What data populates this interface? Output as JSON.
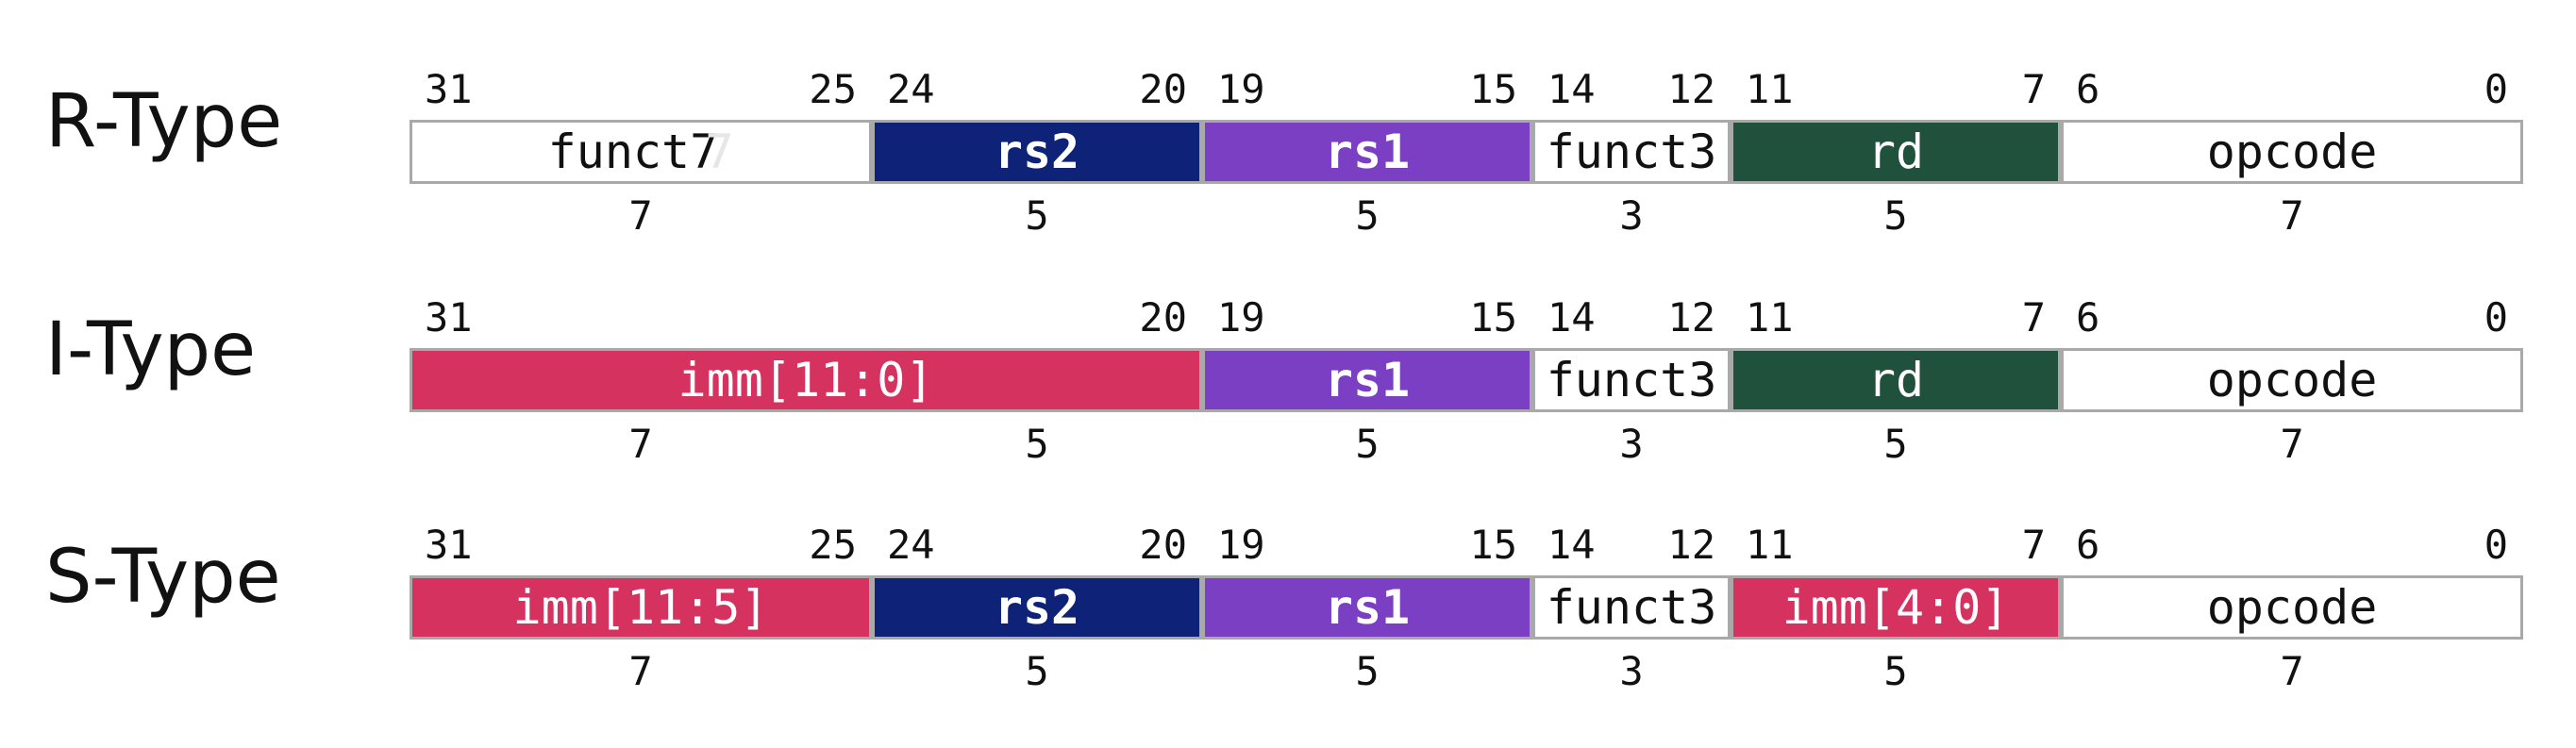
{
  "colors": {
    "white": "#ffffff",
    "navy": "#0e2277",
    "purple": "#7b3fc4",
    "green": "#20513c",
    "pink": "#d53260",
    "border": "#a9a9a9",
    "dark_text": "#111111",
    "light_text": "#ffffff"
  },
  "formats": [
    {
      "name": "R-Type",
      "fields": [
        {
          "label": "funct7",
          "ghost": "7",
          "bits": 7,
          "color": "white",
          "bold": false
        },
        {
          "label": "rs2",
          "bits": 5,
          "color": "navy",
          "bold": true
        },
        {
          "label": "rs1",
          "bits": 5,
          "color": "purple",
          "bold": true
        },
        {
          "label": "funct3",
          "bits": 3,
          "color": "white",
          "bold": false
        },
        {
          "label": "rd",
          "bits": 5,
          "color": "green",
          "bold": false
        },
        {
          "label": "opcode",
          "bits": 7,
          "color": "white",
          "bold": false
        }
      ],
      "bit_labels": [
        {
          "text": "31",
          "align": "left",
          "at_bit": 31
        },
        {
          "text": "25",
          "align": "right",
          "at_bit": 25
        },
        {
          "text": "24",
          "align": "left",
          "at_bit": 24
        },
        {
          "text": "20",
          "align": "right",
          "at_bit": 20
        },
        {
          "text": "19",
          "align": "left",
          "at_bit": 19
        },
        {
          "text": "15",
          "align": "right",
          "at_bit": 15
        },
        {
          "text": "14",
          "align": "left",
          "at_bit": 14
        },
        {
          "text": "12",
          "align": "right",
          "at_bit": 12
        },
        {
          "text": "11",
          "align": "left",
          "at_bit": 11
        },
        {
          "text": "7",
          "align": "right",
          "at_bit": 7
        },
        {
          "text": "6",
          "align": "left",
          "at_bit": 6
        },
        {
          "text": "0",
          "align": "right",
          "at_bit": 0
        }
      ],
      "width_labels": [
        {
          "text": "7",
          "from_bit": 31,
          "to_bit": 25
        },
        {
          "text": "5",
          "from_bit": 24,
          "to_bit": 20
        },
        {
          "text": "5",
          "from_bit": 19,
          "to_bit": 15
        },
        {
          "text": "3",
          "from_bit": 14,
          "to_bit": 12
        },
        {
          "text": "5",
          "from_bit": 11,
          "to_bit": 7
        },
        {
          "text": "7",
          "from_bit": 6,
          "to_bit": 0
        }
      ]
    },
    {
      "name": "I-Type",
      "fields": [
        {
          "label": "imm[11:0]",
          "bits": 12,
          "color": "pink",
          "bold": false
        },
        {
          "label": "rs1",
          "bits": 5,
          "color": "purple",
          "bold": true
        },
        {
          "label": "funct3",
          "bits": 3,
          "color": "white",
          "bold": false
        },
        {
          "label": "rd",
          "bits": 5,
          "color": "green",
          "bold": false
        },
        {
          "label": "opcode",
          "bits": 7,
          "color": "white",
          "bold": false
        }
      ],
      "bit_labels": [
        {
          "text": "31",
          "align": "left",
          "at_bit": 31
        },
        {
          "text": "20",
          "align": "right",
          "at_bit": 20
        },
        {
          "text": "19",
          "align": "left",
          "at_bit": 19
        },
        {
          "text": "15",
          "align": "right",
          "at_bit": 15
        },
        {
          "text": "14",
          "align": "left",
          "at_bit": 14
        },
        {
          "text": "12",
          "align": "right",
          "at_bit": 12
        },
        {
          "text": "11",
          "align": "left",
          "at_bit": 11
        },
        {
          "text": "7",
          "align": "right",
          "at_bit": 7
        },
        {
          "text": "6",
          "align": "left",
          "at_bit": 6
        },
        {
          "text": "0",
          "align": "right",
          "at_bit": 0
        }
      ],
      "width_labels": [
        {
          "text": "7",
          "from_bit": 31,
          "to_bit": 25
        },
        {
          "text": "5",
          "from_bit": 24,
          "to_bit": 20
        },
        {
          "text": "5",
          "from_bit": 19,
          "to_bit": 15
        },
        {
          "text": "3",
          "from_bit": 14,
          "to_bit": 12
        },
        {
          "text": "5",
          "from_bit": 11,
          "to_bit": 7
        },
        {
          "text": "7",
          "from_bit": 6,
          "to_bit": 0
        }
      ]
    },
    {
      "name": "S-Type",
      "fields": [
        {
          "label": "imm[11:5]",
          "bits": 7,
          "color": "pink",
          "bold": false
        },
        {
          "label": "rs2",
          "bits": 5,
          "color": "navy",
          "bold": true
        },
        {
          "label": "rs1",
          "bits": 5,
          "color": "purple",
          "bold": true
        },
        {
          "label": "funct3",
          "bits": 3,
          "color": "white",
          "bold": false
        },
        {
          "label": "imm[4:0]",
          "bits": 5,
          "color": "pink",
          "bold": false
        },
        {
          "label": "opcode",
          "bits": 7,
          "color": "white",
          "bold": false
        }
      ],
      "bit_labels": [
        {
          "text": "31",
          "align": "left",
          "at_bit": 31
        },
        {
          "text": "25",
          "align": "right",
          "at_bit": 25
        },
        {
          "text": "24",
          "align": "left",
          "at_bit": 24
        },
        {
          "text": "20",
          "align": "right",
          "at_bit": 20
        },
        {
          "text": "19",
          "align": "left",
          "at_bit": 19
        },
        {
          "text": "15",
          "align": "right",
          "at_bit": 15
        },
        {
          "text": "14",
          "align": "left",
          "at_bit": 14
        },
        {
          "text": "12",
          "align": "right",
          "at_bit": 12
        },
        {
          "text": "11",
          "align": "left",
          "at_bit": 11
        },
        {
          "text": "7",
          "align": "right",
          "at_bit": 7
        },
        {
          "text": "6",
          "align": "left",
          "at_bit": 6
        },
        {
          "text": "0",
          "align": "right",
          "at_bit": 0
        }
      ],
      "width_labels": [
        {
          "text": "7",
          "from_bit": 31,
          "to_bit": 25
        },
        {
          "text": "5",
          "from_bit": 24,
          "to_bit": 20
        },
        {
          "text": "5",
          "from_bit": 19,
          "to_bit": 15
        },
        {
          "text": "3",
          "from_bit": 14,
          "to_bit": 12
        },
        {
          "text": "5",
          "from_bit": 11,
          "to_bit": 7
        },
        {
          "text": "7",
          "from_bit": 6,
          "to_bit": 0
        }
      ]
    }
  ]
}
